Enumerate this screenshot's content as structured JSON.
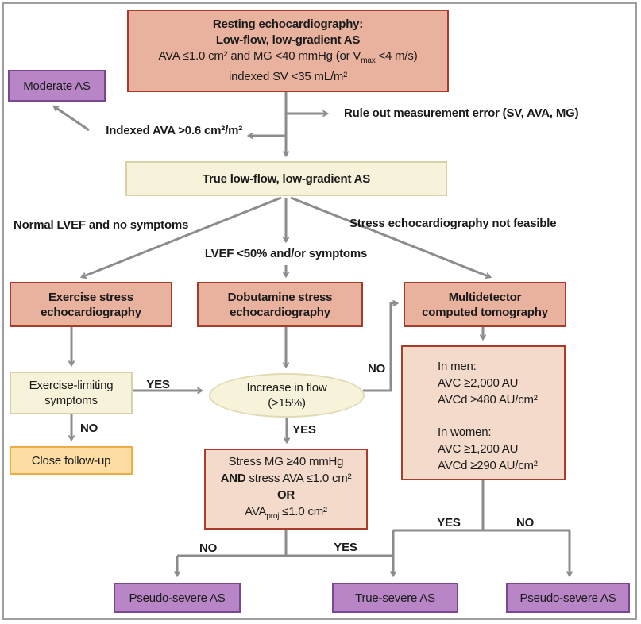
{
  "diagram": {
    "boxes": {
      "resting": {
        "title1": "Resting echocardiography:",
        "title2": "Low-flow, low-gradient AS",
        "line3_pre": "AVA ≤1.0 cm² and MG <40 mmHg (or V",
        "line3_sub": "max",
        "line3_post": " <4 m/s)",
        "line4": "indexed SV <35 mL/m²"
      },
      "moderate": {
        "label": "Moderate AS"
      },
      "true_lflg": {
        "label": "True low-flow, low-gradient AS"
      },
      "exercise": {
        "line1": "Exercise stress",
        "line2": "echocardiography"
      },
      "dobutamine": {
        "line1": "Dobutamine stress",
        "line2": "echocardiography"
      },
      "mdct": {
        "line1": "Multidetector",
        "line2": "computed tomography"
      },
      "ex_limiting": {
        "line1": "Exercise-limiting",
        "line2": "symptoms"
      },
      "close_followup": {
        "label": "Close follow-up"
      },
      "flow_ellipse": {
        "line1": "Increase in flow",
        "line2": "(>15%)"
      },
      "stress_criteria": {
        "line1": "Stress MG ≥40 mmHg",
        "line2_bold": "AND",
        "line2_rest": " stress AVA ≤1.0 cm²",
        "line3": "OR",
        "line4_pre": "AVA",
        "line4_sub": "proj",
        "line4_post": " ≤1.0 cm²"
      },
      "mdct_criteria": {
        "men_title": "In men:",
        "men_l1": "AVC ≥2,000 AU",
        "men_l2": "AVCd ≥480 AU/cm²",
        "women_title": "In women:",
        "women_l1": "AVC ≥1,200 AU",
        "women_l2": "AVCd ≥290 AU/cm²"
      },
      "pseudo_left": {
        "label": "Pseudo-severe AS"
      },
      "true_severe": {
        "label": "True-severe AS"
      },
      "pseudo_right": {
        "label": "Pseudo-severe AS"
      }
    },
    "labels": {
      "rule_out": "Rule out measurement error (SV, AVA, MG)",
      "indexed_ava": "Indexed AVA >0.6 cm²/m²",
      "normal_lvef": "Normal LVEF and no symptoms",
      "lvef50": "LVEF <50% and/or symptoms",
      "stress_not_feasible": "Stress echocardiography not feasible"
    },
    "decisions": {
      "ex_yes": "YES",
      "ex_no": "NO",
      "flow_no": "NO",
      "flow_yes": "YES",
      "stress_no": "NO",
      "stress_yes": "YES",
      "mdct_yes": "YES",
      "mdct_no": "NO"
    },
    "colors": {
      "salmon_fill": "#e9b29e",
      "salmon_border": "#a63b29",
      "pink_fill": "#f4dacb",
      "pink_border": "#a93c2a",
      "cream_fill": "#f7f2da",
      "cream_border": "#d9d0a6",
      "orange_fill": "#fcdda2",
      "orange_border": "#efab44",
      "purple_fill": "#b886c7",
      "purple_border": "#7a4793",
      "line_gray": "#8c8c8c",
      "frame_gray": "#9e9e9e"
    }
  }
}
